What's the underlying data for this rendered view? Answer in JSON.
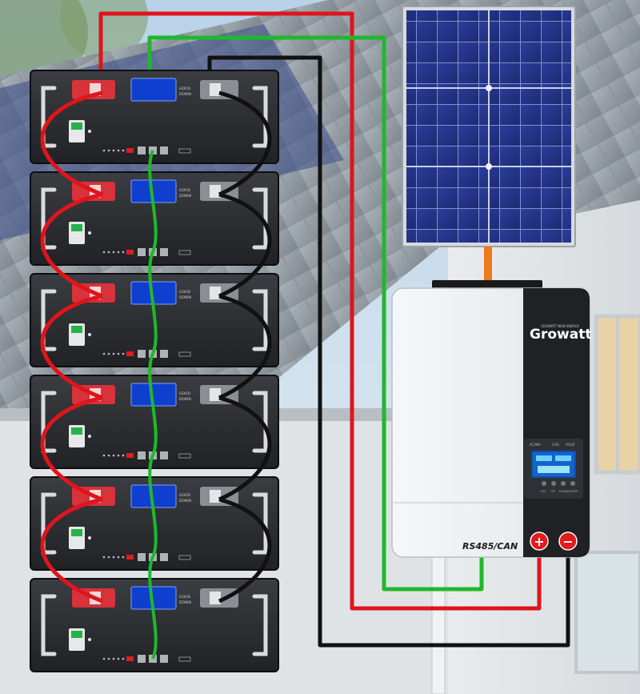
{
  "inverter": {
    "brand": "Growatt",
    "tagline": "GROWATT NEW ENERGY",
    "port_label": "RS485/CAN",
    "plus_symbol": "+",
    "minus_symbol": "−",
    "indicator_labels": [
      "AC/INV",
      "CHG",
      "FAULT"
    ],
    "button_labels": [
      "ESC",
      "UP",
      "DOWN",
      "ENTER"
    ]
  },
  "battery": {
    "count": 6,
    "led_labels": [
      "GOOD",
      "DOWN"
    ]
  },
  "wire_colors": {
    "positive": "#e0141c",
    "communication": "#1fb82b",
    "negative": "#111111",
    "pv": "#ef7a1a"
  }
}
